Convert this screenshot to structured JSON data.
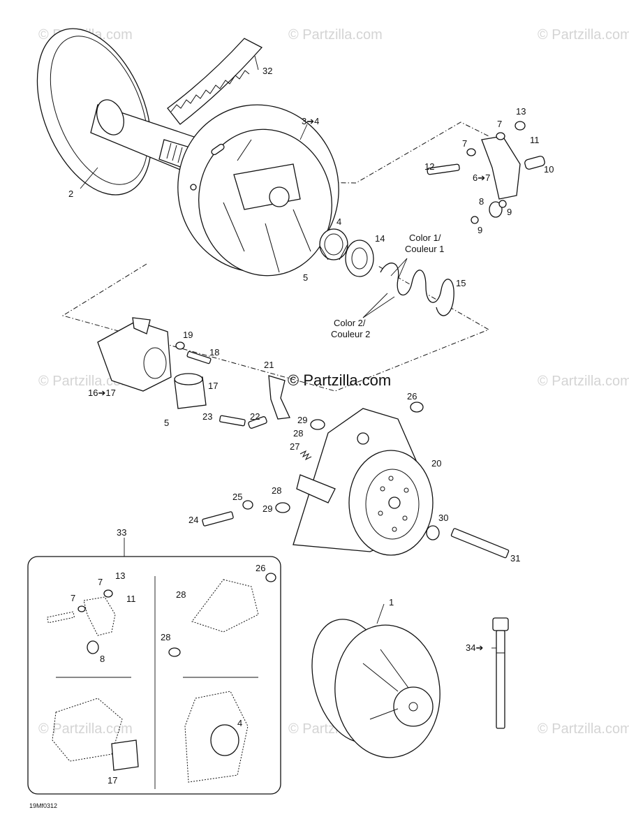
{
  "watermarks": {
    "text": "© Partzilla.com",
    "main": "© Partzilla.com"
  },
  "drawing_code": "19Mf0312",
  "callouts": {
    "c1": "1",
    "c2": "2",
    "c3": "3➔4",
    "c4a": "4",
    "c4b": "4",
    "c5a": "5",
    "c5b": "5",
    "c6": "6➔7",
    "c7a": "7",
    "c7b": "7",
    "c7c": "7",
    "c7d": "7",
    "c8a": "8",
    "c8b": "8",
    "c9a": "9",
    "c9b": "9",
    "c10": "10",
    "c11a": "11",
    "c11b": "11",
    "c12": "12",
    "c13a": "13",
    "c13b": "13",
    "c14": "14",
    "c15": "15",
    "c16": "16➔17",
    "c17a": "17",
    "c17b": "17",
    "c18": "18",
    "c19": "19",
    "c20": "20",
    "c21": "21",
    "c22": "22",
    "c23": "23",
    "c24": "24",
    "c25": "25",
    "c26a": "26",
    "c26b": "26",
    "c27": "27",
    "c28a": "28",
    "c28b": "28",
    "c28c": "28",
    "c28d": "28",
    "c29a": "29",
    "c29b": "29",
    "c30": "30",
    "c31": "31",
    "c32": "32",
    "c33": "33",
    "c34": "34➔"
  },
  "color_notes": {
    "color1_line1": "Color 1/",
    "color1_line2": "Couleur 1",
    "color2_line1": "Color 2/",
    "color2_line2": "Couleur 2"
  }
}
